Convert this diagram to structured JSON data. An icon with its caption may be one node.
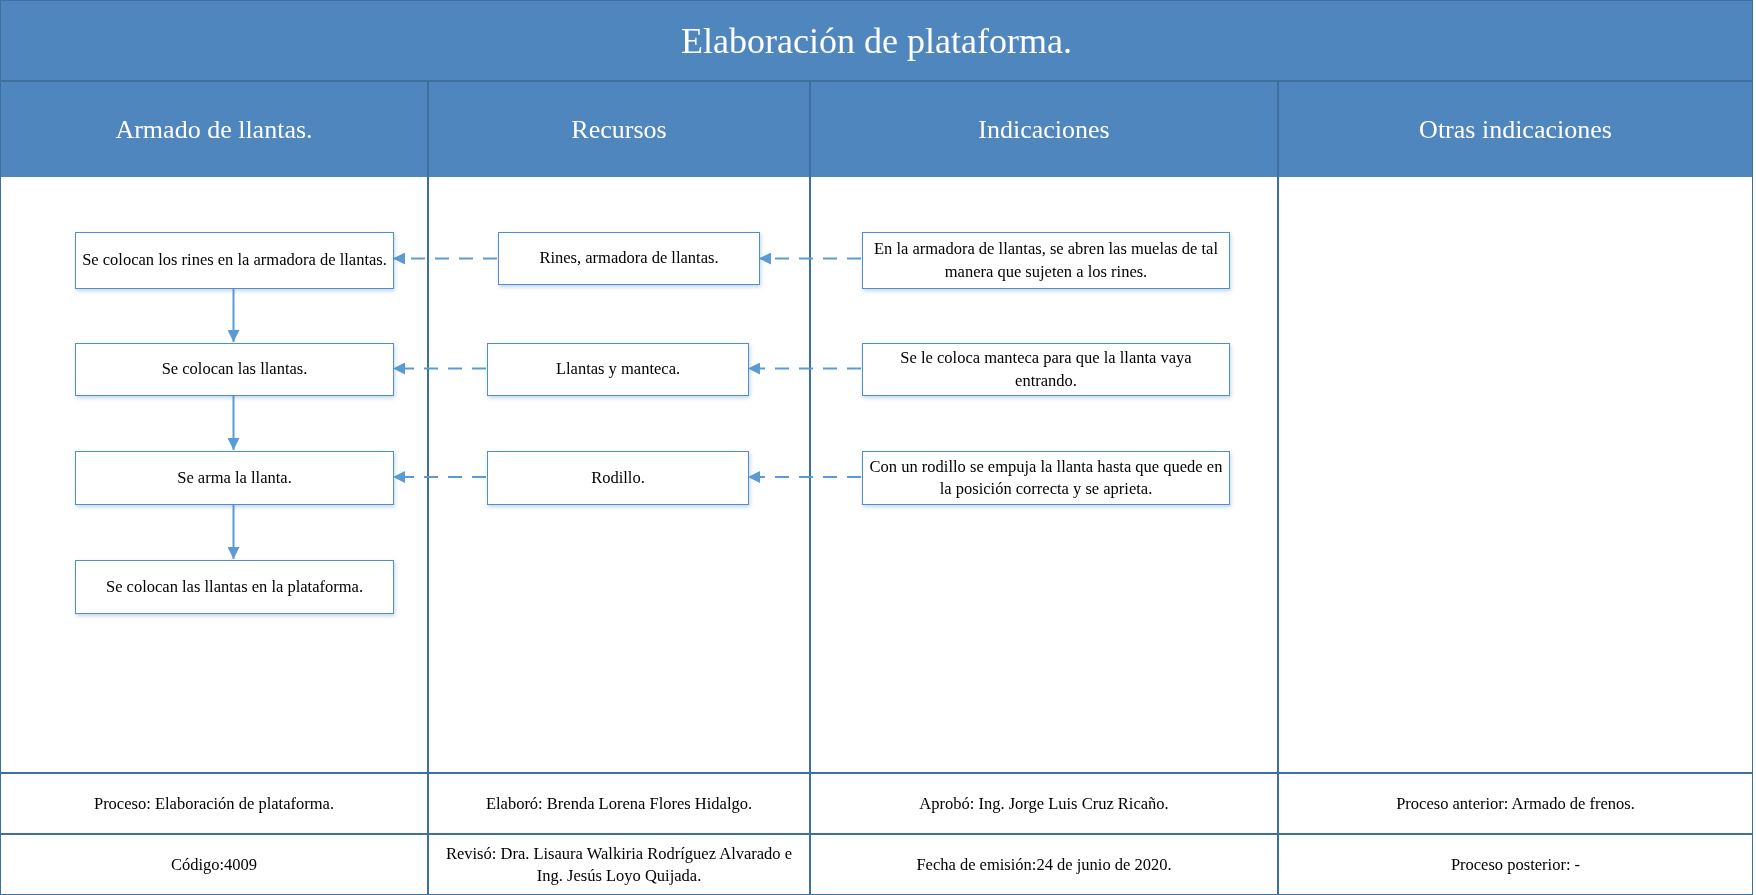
{
  "diagram": {
    "title": "Elaboración de plataforma.",
    "nodes": [
      {
        "text": [
          "Armado de llantas."
        ]
      },
      {
        "text": [
          "Recursos"
        ]
      },
      {
        "text": [
          "Indicaciones"
        ]
      },
      {
        "text": [
          "Otras indicaciones"
        ]
      },
      {
        "text": [
          "Se colocan los rines en la armadora de llantas."
        ],
        "in": 0
      },
      {
        "text": [
          "Se colocan las llantas."
        ],
        "in": 0
      },
      {
        "text": [
          "Se arma la llanta."
        ],
        "in": 0
      },
      {
        "text": [
          "Se colocan las llantas en la plataforma."
        ],
        "in": 0
      },
      {
        "text": [
          "Rines, armadora de llantas."
        ],
        "in": 1
      },
      {
        "text": [
          "Llantas y manteca."
        ],
        "in": 1
      },
      {
        "text": [
          "Rodillo."
        ],
        "in": 1
      },
      {
        "text": [
          "En la armadora de llantas, se abren las muelas de tal manera que sujeten a los rines."
        ],
        "in": 2
      },
      {
        "text": [
          "Se le coloca manteca para que la llanta vaya entrando."
        ],
        "in": 2
      },
      {
        "text": [
          "Con un rodillo se empuja la llanta hasta que quede en la posición correcta y se aprieta."
        ],
        "in": 2
      }
    ],
    "edges": [
      {
        "from": 4,
        "to": 5,
        "arrow": "to"
      },
      {
        "from": 5,
        "to": 6,
        "arrow": "to"
      },
      {
        "from": 6,
        "to": 7,
        "arrow": "to"
      },
      {
        "from": 8,
        "to": 4,
        "arrow": "to",
        "style": "dashed"
      },
      {
        "from": 11,
        "to": 8,
        "arrow": "to",
        "style": "dashed"
      },
      {
        "from": 9,
        "to": 5,
        "arrow": "to",
        "style": "dashed"
      },
      {
        "from": 12,
        "to": 9,
        "arrow": "to",
        "style": "dashed"
      },
      {
        "from": 10,
        "to": 6,
        "arrow": "to",
        "style": "dashed"
      },
      {
        "from": 13,
        "to": 10,
        "arrow": "to",
        "style": "dashed"
      }
    ],
    "labels": [
      "Proceso: Elaboración de plataforma.",
      "Elaboró: Brenda Lorena Flores Hidalgo.",
      "Aprobó: Ing. Jorge Luis Cruz Ricaño.",
      "Proceso anterior: Armado de frenos.",
      "Código:4009",
      "Revisó: Dra. Lisaura Walkiria Rodríguez Alvarado e Ing. Jesús Loyo Quijada.",
      "Fecha de emisión:24 de junio de 2020.",
      "Proceso posterior: -"
    ]
  }
}
